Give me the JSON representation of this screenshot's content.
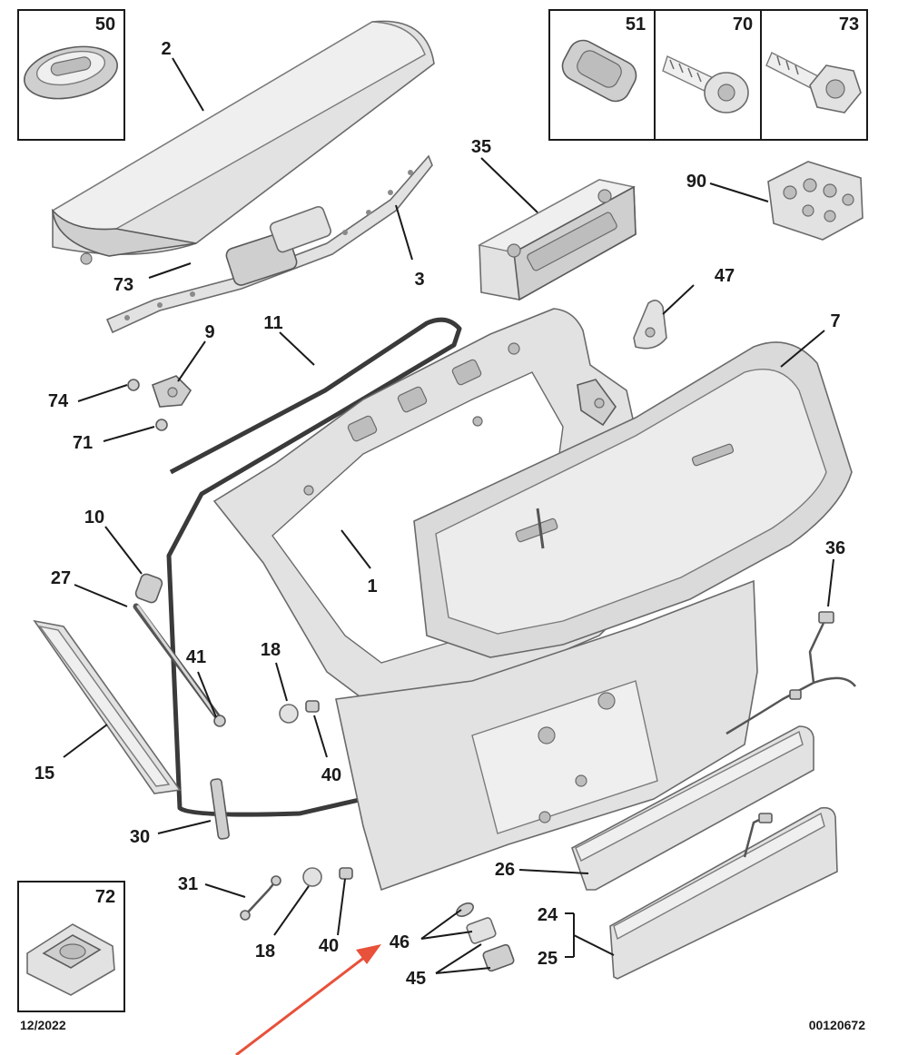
{
  "callouts": {
    "n50": "50",
    "n51": "51",
    "n70": "70",
    "n73_box": "73",
    "n2": "2",
    "n35": "35",
    "n90": "90",
    "n3": "3",
    "n73": "73",
    "n47": "47",
    "n7": "7",
    "n9": "9",
    "n11": "11",
    "n74": "74",
    "n71": "71",
    "n1": "1",
    "n10": "10",
    "n36": "36",
    "n27": "27",
    "n18": "18",
    "n41": "41",
    "n40": "40",
    "n15": "15",
    "n30": "30",
    "n26": "26",
    "n31": "31",
    "n72": "72",
    "n24": "24",
    "n46": "46",
    "n25": "25",
    "n18b": "18",
    "n40b": "40",
    "n45": "45"
  },
  "footer": {
    "date": "12/2022",
    "reference": "00120672"
  },
  "colors": {
    "arrow": "#e8513a",
    "ink": "#1a1a1a",
    "part_fill": "#e2e2e2",
    "seal": "#3a3a3a"
  }
}
